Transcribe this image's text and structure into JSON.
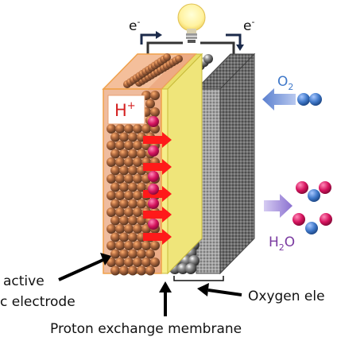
{
  "labels": {
    "electron_left": "e",
    "electron_right": "e",
    "electron_charge": "-",
    "proton": "H",
    "proton_charge": "+",
    "oxygen": "O",
    "oxygen_sub": "2",
    "water_h": "H",
    "water_sub": "2",
    "water_o": "O",
    "anode_line1": "active",
    "anode_line2": "c electrode",
    "oxygen_electrode": "Oxygen ele",
    "membrane": "Proton exchange membrane"
  },
  "colors": {
    "anode_fill": "#e7a07a",
    "anode_border": "#f0a14a",
    "anode_sphere": "#8a5a3c",
    "anode_sphere_hi": "#e9782b",
    "membrane": "#f3ec86",
    "membrane_edge": "#d9cf4a",
    "cathode_sphere": "#5a5a5a",
    "gdl": "#9a9a9a",
    "arrow_red": "#ff1a1a",
    "proton_dot": "#d6135e",
    "o2_blue": "#3f78c9",
    "arrow_blue": "#6f8fd1",
    "arrow_purple": "#9a86d6",
    "water_label": "#7a3aa0",
    "o2_label": "#3f78c9",
    "callout": "#000000"
  },
  "icons": [
    "light-bulb-icon",
    "electron-flow-arrow-icon",
    "o2-molecule-icon",
    "water-molecule-icon"
  ]
}
